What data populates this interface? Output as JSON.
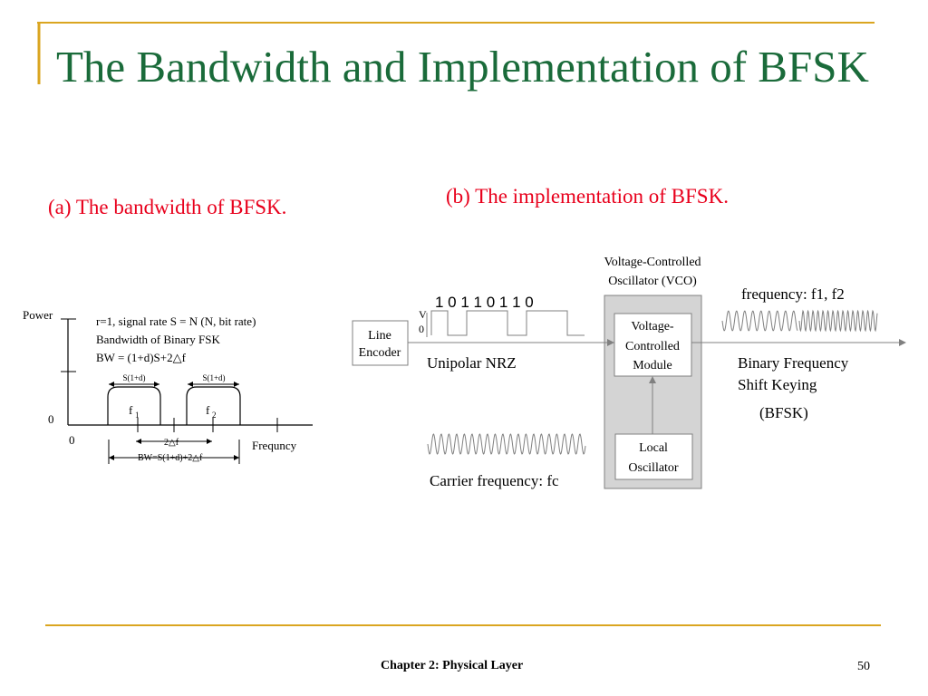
{
  "title": "The Bandwidth and Implementation of BFSK",
  "subtitle_a": "(a) The bandwidth of BFSK.",
  "subtitle_b": "(b) The implementation of BFSK.",
  "left_diagram": {
    "power_label": "Power",
    "info_line1": "r=1, signal rate S = N (N, bit rate)",
    "info_line2": "Bandwidth of Binary FSK",
    "info_line3": "BW = (1+d)S+2△f",
    "s_label_1": "S(1+d)",
    "s_label_2": "S(1+d)",
    "f1_base": "f",
    "f1_sub": "1",
    "f2_base": "f",
    "f2_sub": "2",
    "zero_y": "0",
    "zero_x": "0",
    "delta_f": "2△f",
    "bw_formula": "BW=S(1+d)+2△f",
    "x_axis_label": "Frequncy"
  },
  "right_diagram": {
    "vco_title_1": "Voltage-Controlled",
    "vco_title_2": "Oscillator (VCO)",
    "bits": "1 0 1 1 0 1 1 0",
    "v_label": "V",
    "zero_label": "0",
    "line_encoder_1": "Line",
    "line_encoder_2": "Encoder",
    "unipolar_label": "Unipolar NRZ",
    "vcm_1": "Voltage-",
    "vcm_2": "Controlled",
    "vcm_3": "Module",
    "lo_1": "Local",
    "lo_2": "Oscillator",
    "carrier_label": "Carrier frequency: fc",
    "freq_label": "frequency: f1, f2",
    "bfsk_1": "Binary Frequency",
    "bfsk_2": "Shift Keying",
    "bfsk_3": "(BFSK)"
  },
  "footer": "Chapter 2: Physical Layer",
  "page_number": "50",
  "accent_color": "#daa520",
  "title_color": "#1a6b3a",
  "subtitle_color": "#e8001c"
}
